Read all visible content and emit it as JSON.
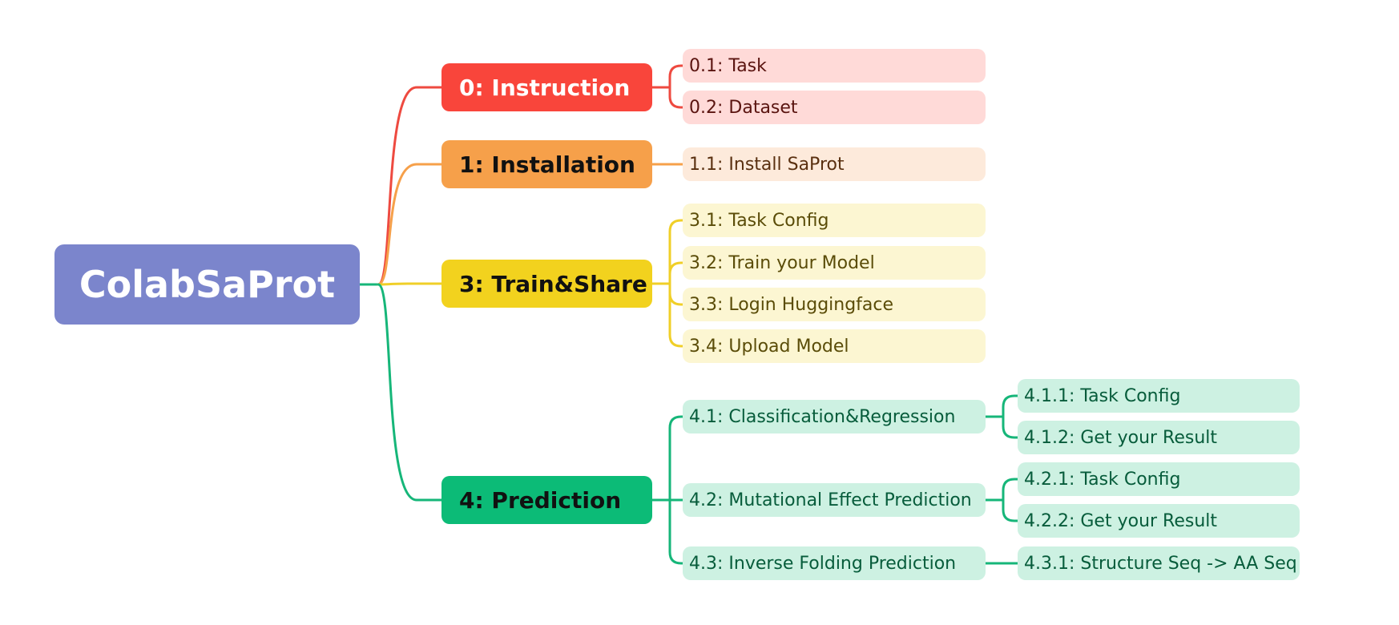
{
  "root": {
    "label": "ColabSaProt",
    "color": "#7b85cc"
  },
  "branches": [
    {
      "label": "0: Instruction",
      "bg": "#f9453b",
      "fg": "#ffffff",
      "line": "#ee4a40",
      "leaf_bg": "#ffdad8",
      "leaf_fg": "#5a1410",
      "children": [
        {
          "label": "0.1: Task"
        },
        {
          "label": "0.2: Dataset"
        }
      ]
    },
    {
      "label": "1: Installation",
      "bg": "#f6a04a",
      "fg": "#111111",
      "line": "#f6a04a",
      "leaf_bg": "#fdeadb",
      "leaf_fg": "#5a3010",
      "children": [
        {
          "label": "1.1: Install SaProt"
        }
      ]
    },
    {
      "label": "3: Train&Share",
      "bg": "#f2d21e",
      "fg": "#111111",
      "line": "#f0cf28",
      "leaf_bg": "#fcf6d2",
      "leaf_fg": "#5a4c08",
      "children": [
        {
          "label": "3.1: Task Config"
        },
        {
          "label": "3.2: Train your Model"
        },
        {
          "label": "3.3: Login Huggingface"
        },
        {
          "label": "3.4: Upload Model"
        }
      ]
    },
    {
      "label": "4: Prediction",
      "bg": "#0cbb77",
      "fg": "#111111",
      "line": "#16b679",
      "leaf_bg": "#cdf1e2",
      "leaf_fg": "#075c3b",
      "children": [
        {
          "label": "4.1: Classification&Regression",
          "children": [
            {
              "label": "4.1.1: Task Config"
            },
            {
              "label": "4.1.2: Get your Result"
            }
          ]
        },
        {
          "label": "4.2: Mutational Effect Prediction",
          "children": [
            {
              "label": "4.2.1: Task Config"
            },
            {
              "label": "4.2.2: Get your Result"
            }
          ]
        },
        {
          "label": "4.3: Inverse Folding Prediction",
          "children": [
            {
              "label": "4.3.1: Structure Seq -> AA Seq"
            }
          ]
        }
      ]
    }
  ]
}
